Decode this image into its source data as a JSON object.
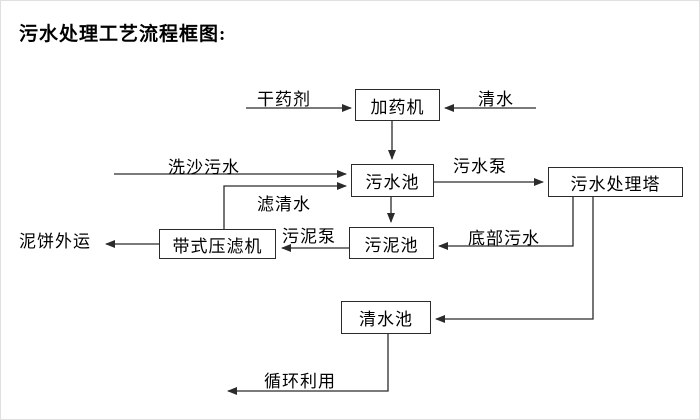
{
  "title": "污水处理工艺流程框图:",
  "colors": {
    "line": "#2b2b2b",
    "text": "#000000",
    "background": "#ffffff"
  },
  "nodes": {
    "dosing_machine": {
      "label": "加药机"
    },
    "sewage_pool": {
      "label": "污水池"
    },
    "treatment_tower": {
      "label": "污水处理塔"
    },
    "sludge_pool": {
      "label": "污泥池"
    },
    "belt_filter_press": {
      "label": "带式压滤机"
    },
    "clean_water_pool": {
      "label": "清水池"
    }
  },
  "edges": {
    "dry_agent": {
      "label": "干药剂",
      "from": "external",
      "to": "dosing_machine"
    },
    "clean_water_in": {
      "label": "清水",
      "from": "external",
      "to": "dosing_machine"
    },
    "dosing_to_sewage": {
      "label": "",
      "from": "dosing_machine",
      "to": "sewage_pool"
    },
    "sand_washing": {
      "label": "洗沙污水",
      "from": "external",
      "to": "sewage_pool"
    },
    "filtered_water": {
      "label": "滤清水",
      "from": "belt_filter_press",
      "to": "sewage_pool"
    },
    "sewage_pump": {
      "label": "污水泵",
      "from": "sewage_pool",
      "to": "treatment_tower"
    },
    "sewage_to_sludge": {
      "label": "",
      "from": "sewage_pool",
      "to": "sludge_pool"
    },
    "bottom_sewage": {
      "label": "底部污水",
      "from": "treatment_tower",
      "to": "sludge_pool"
    },
    "sludge_pump": {
      "label": "污泥泵",
      "from": "sludge_pool",
      "to": "belt_filter_press"
    },
    "mud_cake_out": {
      "label": "泥饼外运",
      "from": "belt_filter_press",
      "to": "external"
    },
    "tower_to_clean": {
      "label": "",
      "from": "treatment_tower",
      "to": "clean_water_pool"
    },
    "recycle": {
      "label": "循环利用",
      "from": "clean_water_pool",
      "to": "external"
    }
  }
}
